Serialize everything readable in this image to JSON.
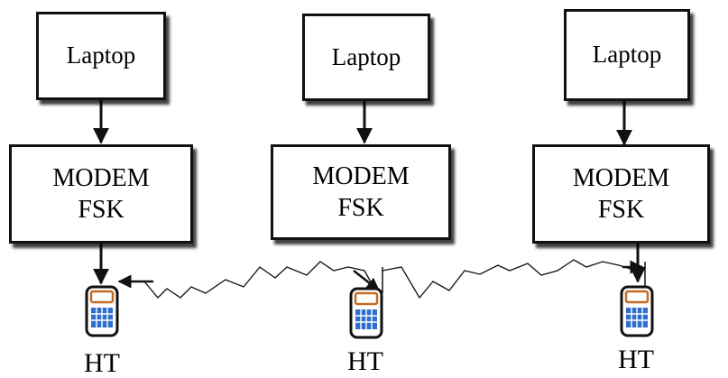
{
  "nodes": [
    {
      "laptop": "Laptop",
      "modem_line1": "MODEM",
      "modem_line2": "FSK",
      "ht": "HT"
    },
    {
      "laptop": "Laptop",
      "modem_line1": "MODEM",
      "modem_line2": "FSK",
      "ht": "HT"
    },
    {
      "laptop": "Laptop",
      "modem_line1": "MODEM",
      "modem_line2": "FSK",
      "ht": "HT"
    }
  ],
  "colors": {
    "line": "#111111",
    "radio_body": "#c46a22",
    "radio_keys": "#2f6fce"
  }
}
